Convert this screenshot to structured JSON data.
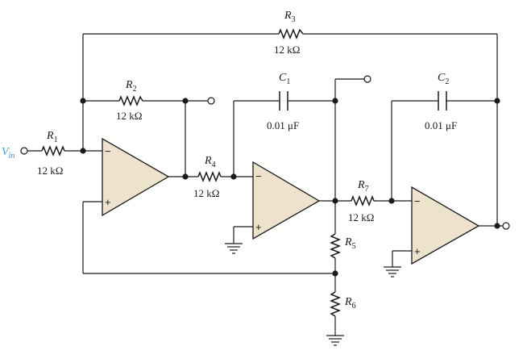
{
  "colors": {
    "wire": "#1a1a1a",
    "opamp_fill": "#ede3cc",
    "input_label": "#3a9ad9"
  },
  "input": {
    "label": "V",
    "subscript": "in"
  },
  "resistors": [
    {
      "id": "R1",
      "label": "R",
      "subscript": "1",
      "value": "12 kΩ"
    },
    {
      "id": "R2",
      "label": "R",
      "subscript": "2",
      "value": "12 kΩ"
    },
    {
      "id": "R3",
      "label": "R",
      "subscript": "3",
      "value": "12 kΩ"
    },
    {
      "id": "R4",
      "label": "R",
      "subscript": "4",
      "value": "12 kΩ"
    },
    {
      "id": "R5",
      "label": "R",
      "subscript": "5",
      "value": ""
    },
    {
      "id": "R6",
      "label": "R",
      "subscript": "6",
      "value": ""
    },
    {
      "id": "R7",
      "label": "R",
      "subscript": "7",
      "value": "12 kΩ"
    }
  ],
  "capacitors": [
    {
      "id": "C1",
      "label": "C",
      "subscript": "1",
      "value": "0.01 μF"
    },
    {
      "id": "C2",
      "label": "C",
      "subscript": "2",
      "value": "0.01 μF"
    }
  ],
  "opamps": [
    {
      "id": "A1",
      "inverting": "−",
      "noninverting": "+"
    },
    {
      "id": "A2",
      "inverting": "−",
      "noninverting": "+"
    },
    {
      "id": "A3",
      "inverting": "−",
      "noninverting": "+"
    }
  ]
}
